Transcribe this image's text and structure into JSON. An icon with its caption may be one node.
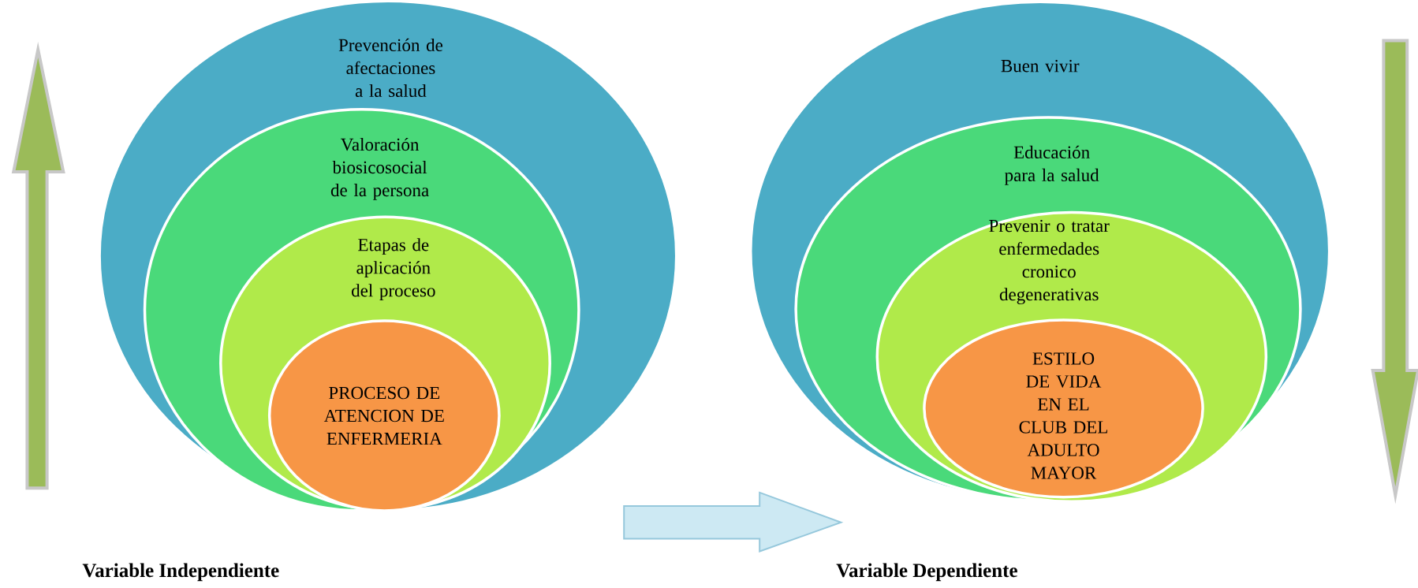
{
  "diagram": {
    "nodes": [
      {
        "text": [
          "Prevención de afectaciones a la salud"
        ]
      },
      {
        "text": [
          "Valoración biosicosocial de la persona"
        ],
        "in": 0
      },
      {
        "text": [
          "Etapas de aplicación del proceso"
        ],
        "in": 1
      },
      {
        "text": [
          "PROCESO DE ATENCION DE ENFERMERIA"
        ],
        "in": 2
      },
      {
        "text": [
          "Buen vivir"
        ]
      },
      {
        "text": [
          "Educación para la salud"
        ],
        "in": 4
      },
      {
        "text": [
          "Prevenir o tratar enfermedades cronico degenerativas"
        ],
        "in": 5
      },
      {
        "text": [
          "ESTILO DE VIDA EN EL CLUB DEL ADULTO MAYOR"
        ],
        "in": 6
      },
      {
        "text": [],
        "shape": "arrow"
      }
    ],
    "labels": [
      "Variable Independiente",
      "Variable Dependiente"
    ]
  }
}
